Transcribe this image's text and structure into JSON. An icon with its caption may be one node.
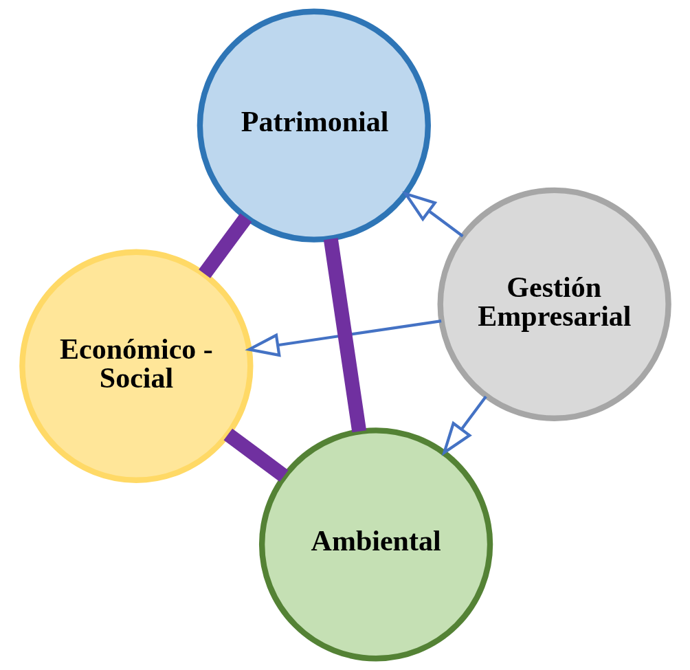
{
  "diagram": {
    "nodes": [
      {
        "text": [
          "Económico - Social"
        ]
      },
      {
        "text": [
          "Gestión Empresarial"
        ]
      },
      {
        "text": [
          "Ambiental"
        ]
      },
      {
        "text": [
          "Patrimonial"
        ]
      }
    ],
    "edges": [
      {
        "from": 1,
        "to": 0,
        "arrow": "to",
        "color": "#4472c4"
      },
      {
        "from": 1,
        "to": 2,
        "arrow": "to",
        "color": "#4472c4"
      },
      {
        "from": 1,
        "to": 3,
        "arrow": "to",
        "color": "#4472c4"
      },
      {
        "from": 0,
        "to": 3,
        "arrow": "none",
        "style": "thick",
        "color": "#7030a0"
      },
      {
        "from": 3,
        "to": 2,
        "arrow": "none",
        "style": "thick",
        "color": "#7030a0"
      },
      {
        "from": 2,
        "to": 0,
        "arrow": "none",
        "style": "thick",
        "color": "#7030a0"
      }
    ]
  }
}
